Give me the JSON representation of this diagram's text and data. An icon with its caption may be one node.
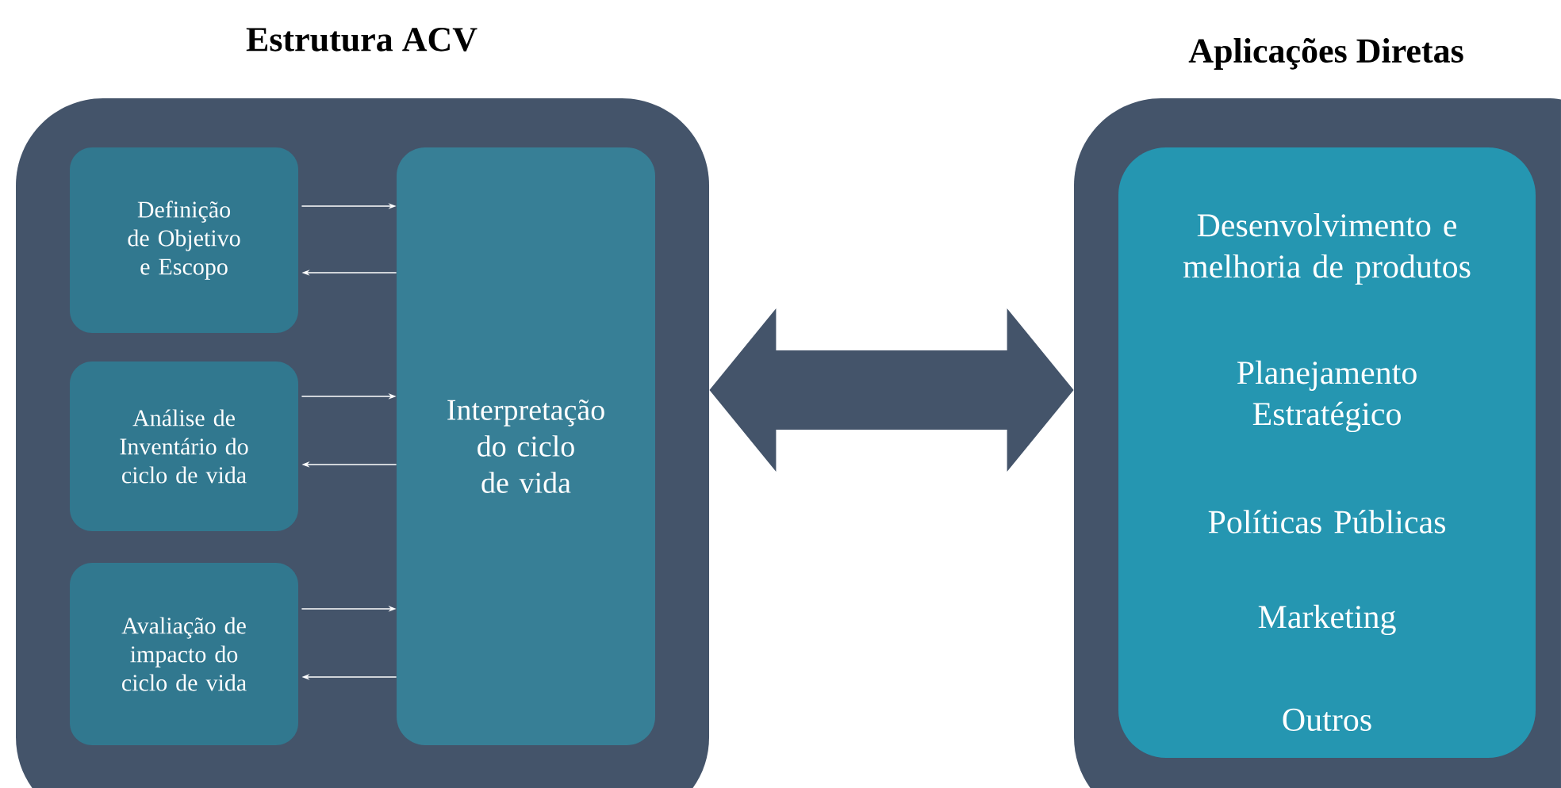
{
  "diagram": {
    "nodes": [
      {
        "text": [
          "Estrutura ACV"
        ]
      },
      {
        "text": [
          "Definição de Objetivo e Escopo"
        ],
        "in": 0
      },
      {
        "text": [
          "Análise de Inventário do ciclo de vida"
        ],
        "in": 0
      },
      {
        "text": [
          "Avaliação de impacto do ciclo de vida"
        ],
        "in": 0
      },
      {
        "text": [
          "Interpretação do ciclo de vida"
        ],
        "in": 0
      },
      {
        "text": [
          "Aplicações Diretas"
        ]
      },
      {
        "text": [
          "Desenvolvimento e melhoria de produtos",
          "Planejamento Estratégico",
          "Políticas Públicas",
          "Marketing",
          "Outros"
        ],
        "in": 5
      }
    ],
    "edges": [
      {
        "from": 1,
        "to": 4,
        "arrow": "to"
      },
      {
        "from": 4,
        "to": 1,
        "arrow": "to"
      },
      {
        "from": 2,
        "to": 4,
        "arrow": "to"
      },
      {
        "from": 4,
        "to": 2,
        "arrow": "to"
      },
      {
        "from": 3,
        "to": 4,
        "arrow": "to"
      },
      {
        "from": 4,
        "to": 3,
        "arrow": "to"
      },
      {
        "from": 0,
        "to": 5,
        "arrow": "both",
        "style": "thick",
        "color": "#44546a"
      }
    ]
  }
}
